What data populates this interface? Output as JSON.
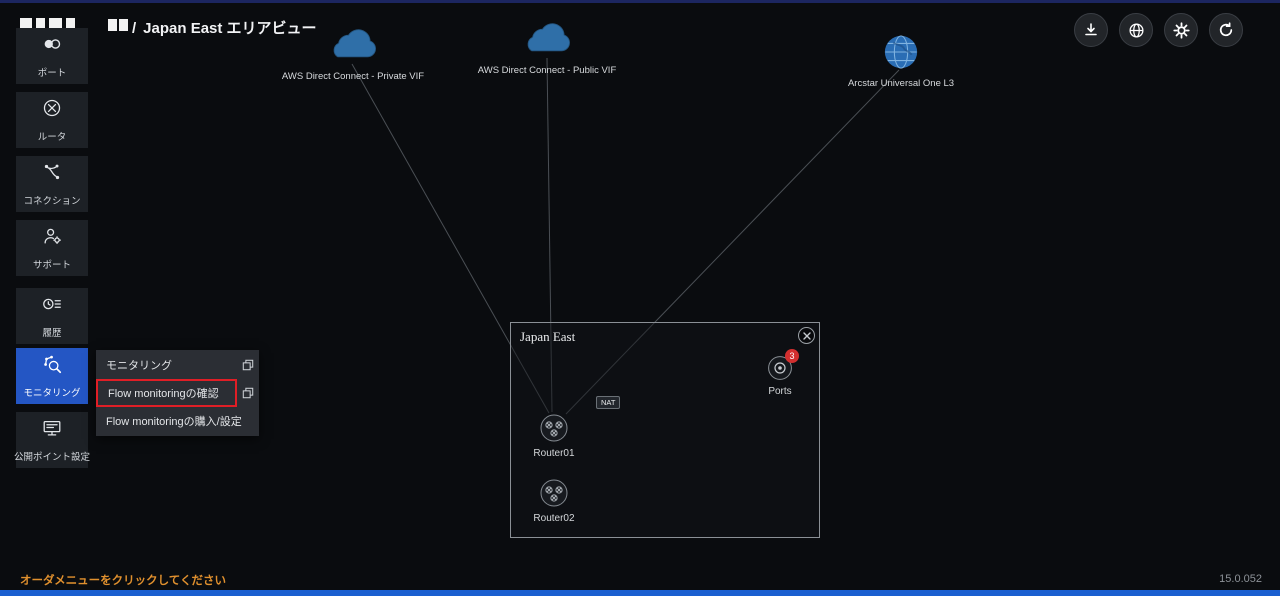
{
  "header": {
    "separator": "/",
    "title": "Japan East エリアビュー"
  },
  "toolbar": {
    "buttons": [
      {
        "icon": "download"
      },
      {
        "icon": "globe"
      },
      {
        "icon": "settings"
      },
      {
        "icon": "refresh"
      }
    ]
  },
  "sidebar": {
    "items": [
      {
        "label": "ポート"
      },
      {
        "label": "ルータ"
      },
      {
        "label": "コネクション"
      },
      {
        "label": "サポート"
      },
      {
        "label": "履歴"
      },
      {
        "label": "モニタリング",
        "selected": true
      },
      {
        "label": "公開ポイント設定"
      }
    ]
  },
  "context_menu": {
    "items": [
      {
        "label": "モニタリング"
      },
      {
        "label": "Flow monitoringの確認",
        "highlighted": true
      },
      {
        "label": "Flow monitoringの購入/設定"
      }
    ]
  },
  "canvas": {
    "external_nodes": [
      {
        "label": "AWS Direct Connect - Private VIF",
        "type": "cloud"
      },
      {
        "label": "AWS Direct Connect - Public VIF",
        "type": "cloud"
      },
      {
        "label": "Arcstar Universal One L3",
        "type": "globe"
      }
    ],
    "group": {
      "title": "Japan East",
      "nodes": [
        {
          "label": "Ports",
          "badge": "3"
        },
        {
          "label": "Router01",
          "tag": "NAT"
        },
        {
          "label": "Router02"
        }
      ]
    }
  },
  "footer": {
    "hint": "オーダメニューをクリックしてください",
    "version": "15.0.052"
  },
  "colors": {
    "accent_blue": "#2456c4",
    "highlight_red": "#e01e26",
    "hint_orange": "#e0902e",
    "badge_red": "#d22f2f",
    "bottom_bar": "#1a5fd0"
  }
}
